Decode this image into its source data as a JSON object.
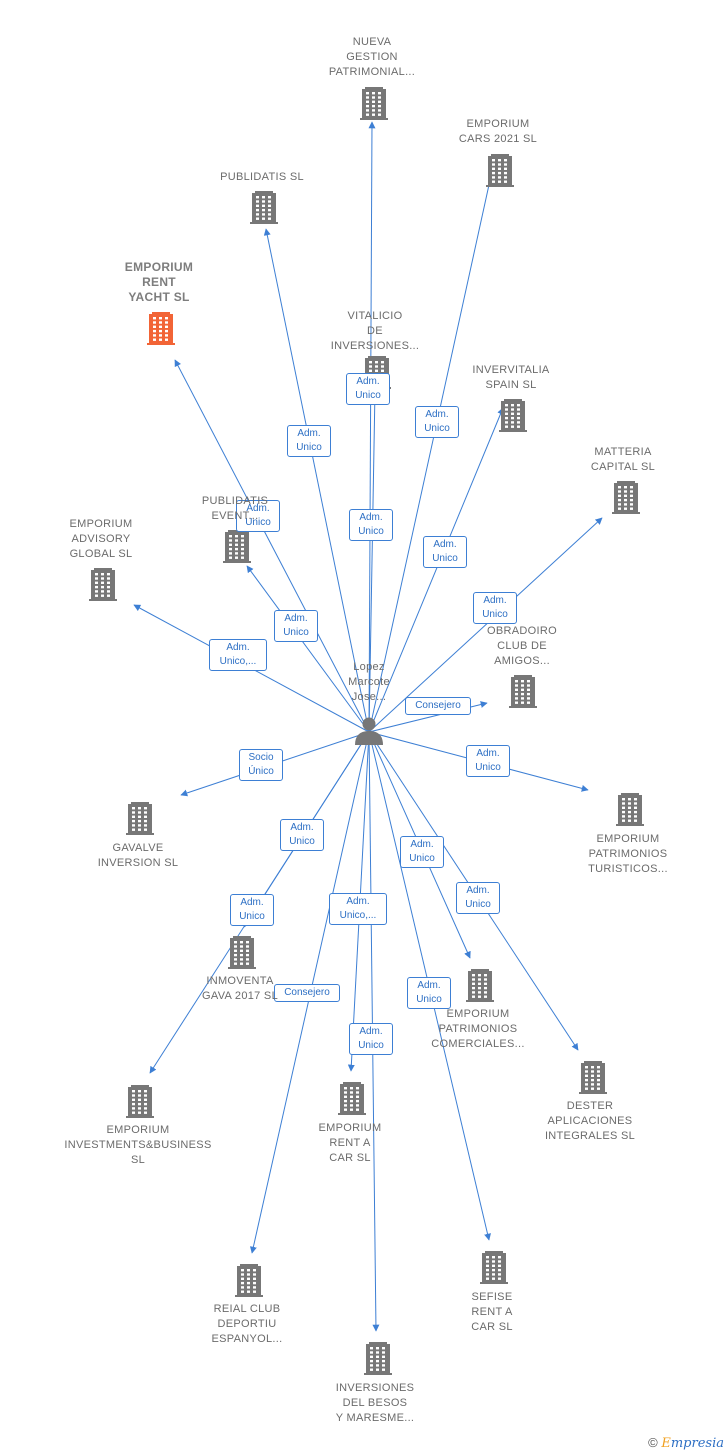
{
  "colors": {
    "edge": "#3d7fd4",
    "building": "#777777",
    "focus_building": "#f26436",
    "person": "#777777"
  },
  "center": {
    "name": [
      "Lopez",
      "Marcote",
      "Jose..."
    ]
  },
  "nodes": [
    {
      "id": "nueva",
      "lines": [
        "NUEVA",
        "GESTION",
        "PATRIMONIAL..."
      ]
    },
    {
      "id": "cars2021",
      "lines": [
        "EMPORIUM",
        "CARS 2021  SL"
      ]
    },
    {
      "id": "publidatis",
      "lines": [
        "PUBLIDATIS SL"
      ]
    },
    {
      "id": "yacht",
      "lines": [
        "EMPORIUM",
        "RENT",
        "YACHT  SL"
      ],
      "focus": true
    },
    {
      "id": "vitalicio",
      "lines": [
        "VITALICIO",
        "DE",
        "INVERSIONES..."
      ]
    },
    {
      "id": "invervitalia",
      "lines": [
        "INVERVITALIA",
        "SPAIN  SL"
      ]
    },
    {
      "id": "matteria",
      "lines": [
        "MATTERIA",
        "CAPITAL  SL"
      ]
    },
    {
      "id": "publidatis_ev",
      "lines": [
        "PUBLIDATIS",
        "EVENT..."
      ]
    },
    {
      "id": "advisory",
      "lines": [
        "EMPORIUM",
        "ADVISORY",
        "GLOBAL  SL"
      ]
    },
    {
      "id": "obradoiro",
      "lines": [
        "OBRADOIRO",
        "CLUB DE",
        "AMIGOS..."
      ]
    },
    {
      "id": "gavalve",
      "lines": [
        "GAVALVE",
        "INVERSION  SL"
      ]
    },
    {
      "id": "turisticos",
      "lines": [
        "EMPORIUM",
        "PATRIMONIOS",
        "TURISTICOS..."
      ]
    },
    {
      "id": "inmoventa",
      "lines": [
        "INMOVENTA",
        "GAVA 2017  SL"
      ]
    },
    {
      "id": "comerciales",
      "lines": [
        "EMPORIUM",
        "PATRIMONIOS",
        "COMERCIALES..."
      ]
    },
    {
      "id": "dester",
      "lines": [
        "DESTER",
        "APLICACIONES",
        "INTEGRALES SL"
      ]
    },
    {
      "id": "investments",
      "lines": [
        "EMPORIUM",
        "INVESTMENTS&BUSINESS",
        "SL"
      ]
    },
    {
      "id": "rentacar",
      "lines": [
        "EMPORIUM",
        "RENT A",
        "CAR  SL"
      ]
    },
    {
      "id": "sefise",
      "lines": [
        "SEFISE",
        "RENT A",
        "CAR  SL"
      ]
    },
    {
      "id": "reial",
      "lines": [
        "REIAL CLUB",
        "DEPORTIU",
        "ESPANYOL..."
      ]
    },
    {
      "id": "besos",
      "lines": [
        "INVERSIONES",
        "DEL BESOS",
        "Y MARESME..."
      ]
    }
  ],
  "relations": [
    {
      "to": "nueva",
      "lines": [
        "Adm.",
        "Unico"
      ]
    },
    {
      "to": "cars2021",
      "lines": [
        "Adm.",
        "Unico"
      ]
    },
    {
      "to": "publidatis",
      "lines": [
        "Adm.",
        "Unico"
      ]
    },
    {
      "to": "yacht",
      "lines": [
        "Adm.",
        "Unico"
      ]
    },
    {
      "to": "vitalicio",
      "lines": [
        "Adm.",
        "Unico"
      ]
    },
    {
      "to": "invervitalia",
      "lines": [
        "Adm.",
        "Unico"
      ]
    },
    {
      "to": "matteria",
      "lines": [
        "Adm.",
        "Unico"
      ]
    },
    {
      "to": "publidatis_ev",
      "lines": [
        "Adm.",
        "Unico"
      ]
    },
    {
      "to": "advisory",
      "lines": [
        "Adm.",
        "Unico,..."
      ]
    },
    {
      "to": "obradoiro",
      "lines": [
        "Consejero"
      ]
    },
    {
      "to": "gavalve",
      "lines": [
        "Socio",
        "Único"
      ]
    },
    {
      "to": "turisticos",
      "lines": [
        "Adm.",
        "Unico"
      ]
    },
    {
      "to": "inmoventa",
      "lines": [
        "Adm.",
        "Unico"
      ]
    },
    {
      "to": "comerciales",
      "lines": [
        "Adm.",
        "Unico"
      ]
    },
    {
      "to": "dester",
      "lines": [
        "Adm.",
        "Unico"
      ]
    },
    {
      "to": "investments",
      "lines": [
        "Adm.",
        "Unico"
      ]
    },
    {
      "to": "rentacar",
      "lines": [
        "Adm.",
        "Unico,..."
      ]
    },
    {
      "to": "sefise",
      "lines": [
        "Adm.",
        "Unico"
      ]
    },
    {
      "to": "reial",
      "lines": [
        "Consejero"
      ]
    },
    {
      "to": "besos",
      "lines": [
        "Adm.",
        "Unico"
      ]
    }
  ],
  "footer": {
    "copyright": "©",
    "brand_initial": "E",
    "brand_rest": "mpresia"
  }
}
